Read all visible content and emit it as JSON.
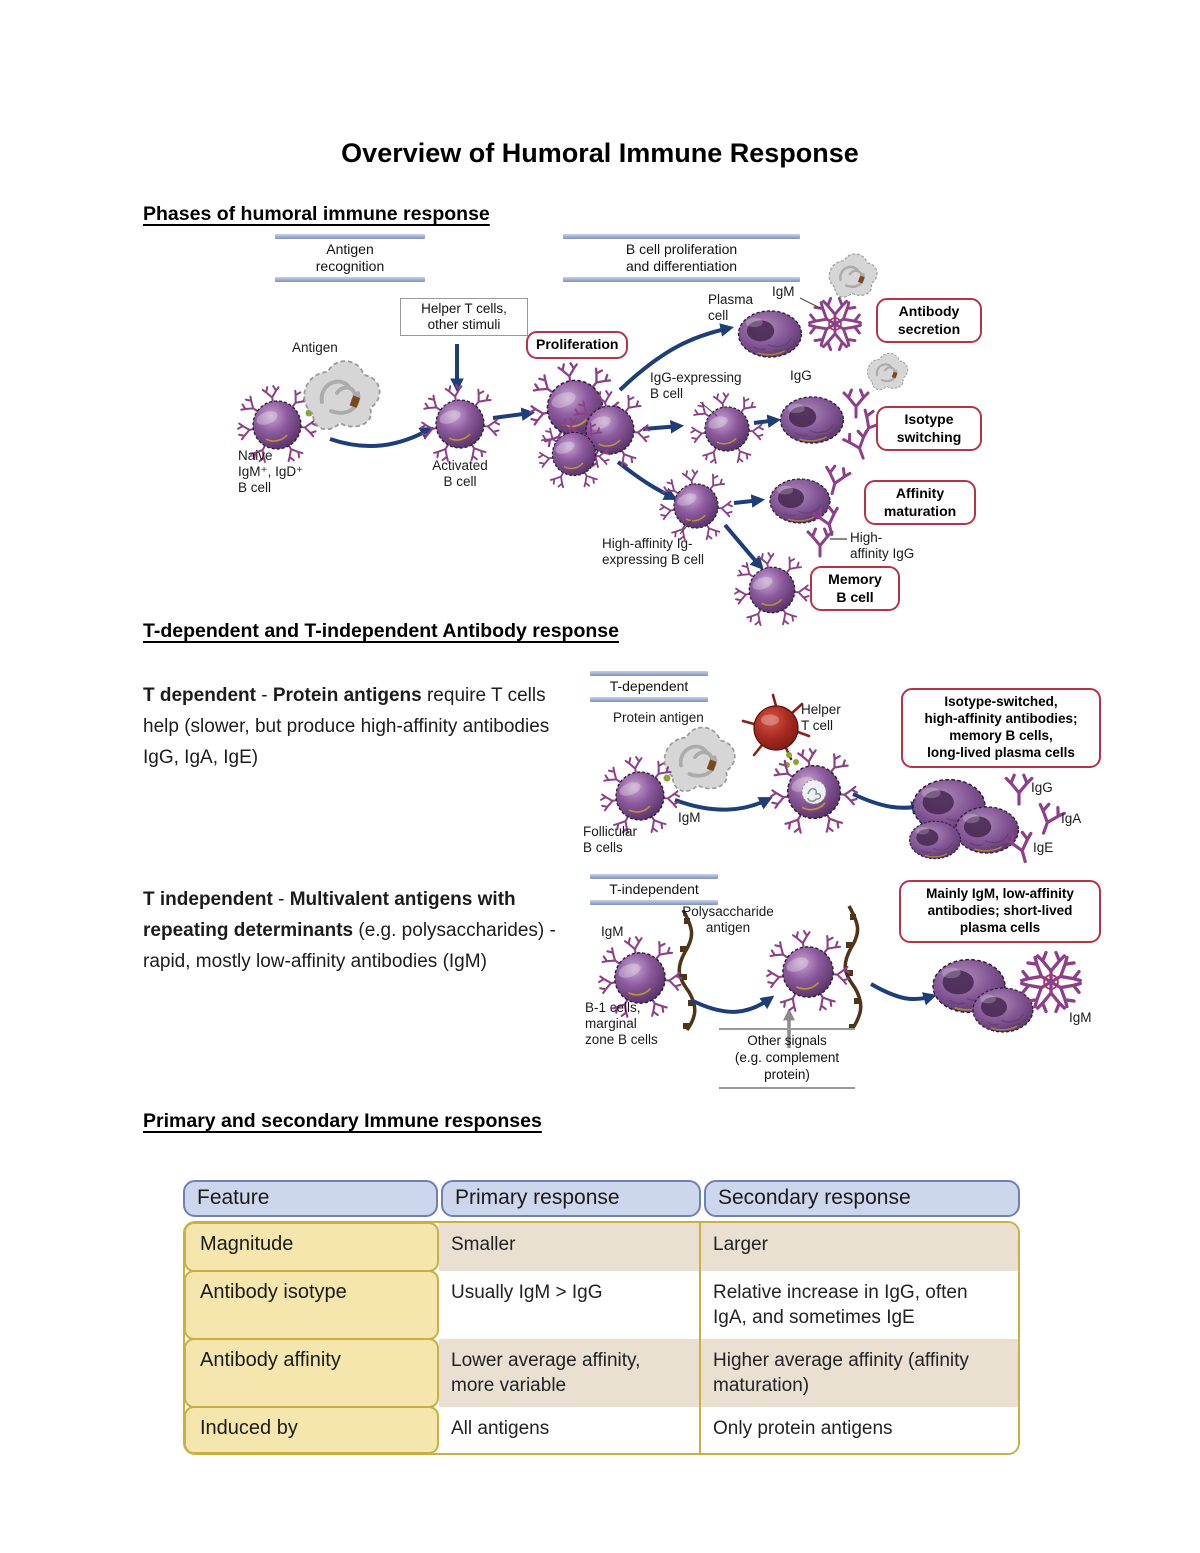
{
  "title": "Overview of Humoral Immune Response",
  "phases": {
    "heading": "Phases of humoral immune response",
    "labels": {
      "bracket_recognition": "Antigen\nrecognition",
      "bracket_proliferation": "B cell proliferation\nand differentiation",
      "helper_box": "Helper T cells,\nother stimuli",
      "antigen": "Antigen",
      "naive_cell": "Naive\nIgM⁺, IgD⁺\nB cell",
      "activated_cell": "Activated\nB cell",
      "proliferation": "Proliferation",
      "plasma_cell": "Plasma\ncell",
      "igm": "IgM",
      "antibody_secretion": "Antibody\nsecretion",
      "igg_expressing": "IgG-expressing\nB cell",
      "igg": "IgG",
      "isotype_switching": "Isotype\nswitching",
      "affinity_maturation": "Affinity\nmaturation",
      "high_affinity_cell": "High-affinity Ig-\nexpressing B cell",
      "high_affinity_igg": "High-\naffinity IgG",
      "memory": "Memory\nB cell"
    }
  },
  "t_responses": {
    "heading": "T-dependent and T-independent Antibody response",
    "t_dependent": {
      "bold1": "T dependent",
      "dash": " - ",
      "bold2": "Protein antigens",
      "rest": " require T cells help (slower, but produce high-affinity antibodies IgG, IgA, IgE)"
    },
    "t_independent": {
      "bold1": "T independent",
      "dash": " - ",
      "bold2": "Multivalent antigens with repeating determinants",
      "rest": " (e.g. polysaccharides) - rapid, mostly low-affinity antibodies (IgM)"
    },
    "td_diagram": {
      "bracket": "T-dependent",
      "protein_antigen": "Protein antigen",
      "helper_t": "Helper\nT cell",
      "follicular": "Follicular\nB cells",
      "igm": "IgM",
      "outcome": "Isotype-switched,\nhigh-affinity antibodies;\nmemory B cells,\nlong-lived plasma cells",
      "igg": "IgG",
      "iga": "IgA",
      "ige": "IgE"
    },
    "ti_diagram": {
      "bracket": "T-independent",
      "polysaccharide": "Polysaccharide\nantigen",
      "igm": "IgM",
      "b1_cells": "B-1 cells,\nmarginal\nzone B cells",
      "other_signals": "Other signals\n(e.g. complement\nprotein)",
      "outcome": "Mainly IgM, low-affinity\nantibodies; short-lived\nplasma cells",
      "igm_out": "IgM"
    }
  },
  "primary_secondary": {
    "heading": "Primary and secondary Immune responses",
    "table": {
      "headers": [
        "Feature",
        "Primary response",
        "Secondary response"
      ],
      "rows": [
        {
          "feature": "Magnitude",
          "primary": "Smaller",
          "secondary": "Larger"
        },
        {
          "feature": "Antibody isotype",
          "primary": "Usually IgM > IgG",
          "secondary": "Relative increase in IgG, often IgA, and sometimes IgE"
        },
        {
          "feature": "Antibody affinity",
          "primary": "Lower average affinity, more variable",
          "secondary": "Higher average affinity (affinity maturation)"
        },
        {
          "feature": "Induced by",
          "primary": "All antigens",
          "secondary": "Only protein antigens"
        }
      ]
    }
  },
  "colors": {
    "accent_red": "#b5344a",
    "cell_purple": "#8d5b9e",
    "arrow_navy": "#1e3e78",
    "table_header_bg": "#ccd6ec",
    "table_header_border": "#7080b0",
    "feature_bg": "#f5e6ae",
    "table_border": "#c9b045",
    "row_beige": "#e9e0d2"
  }
}
